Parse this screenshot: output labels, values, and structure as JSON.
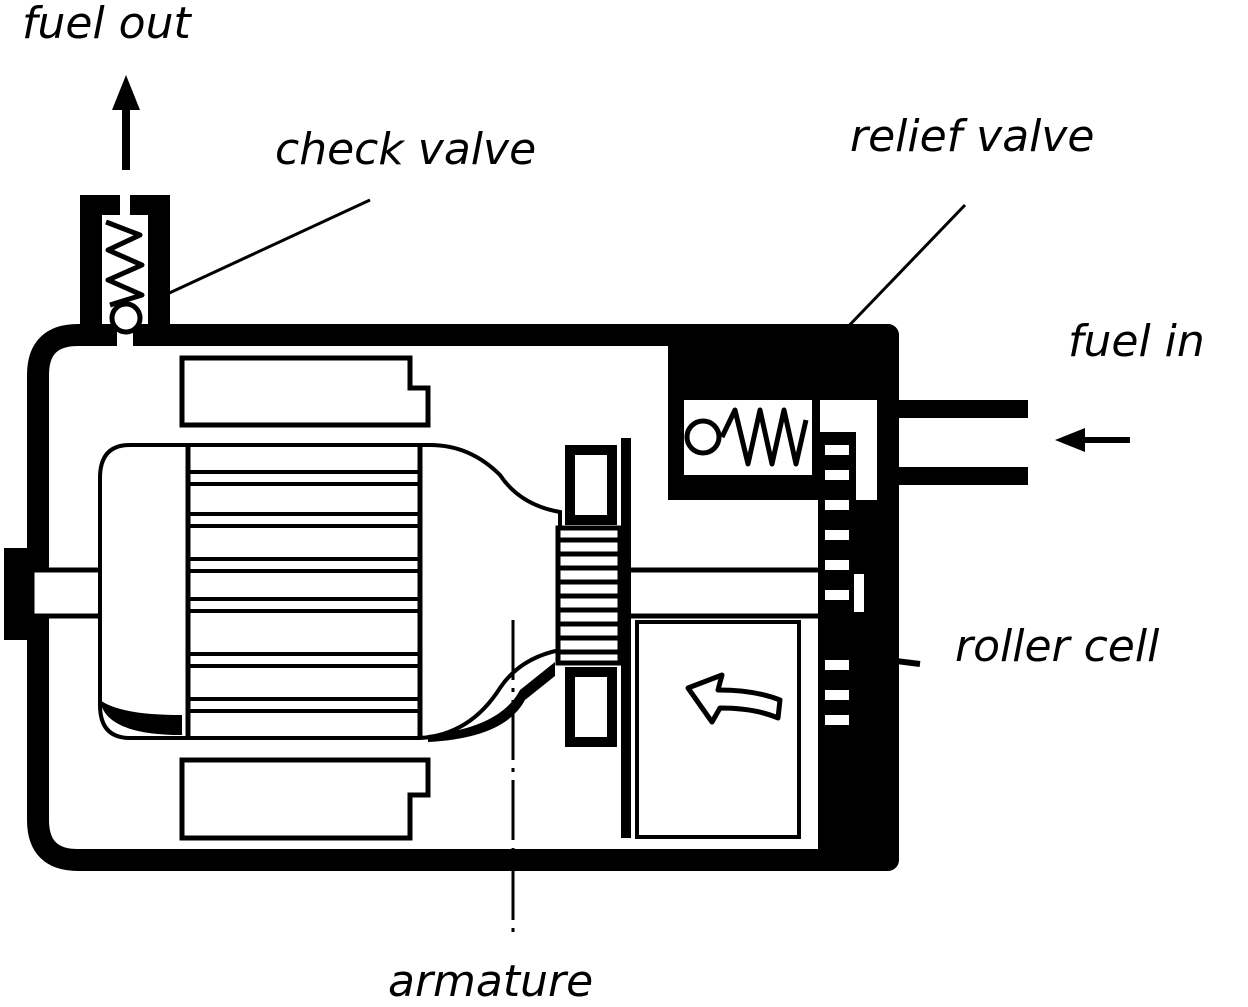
{
  "labels": {
    "fuel_out": "fuel out",
    "check_valve": "check valve",
    "relief_valve": "relief valve",
    "fuel_in": "fuel in",
    "roller_cell": "roller cell",
    "armature": "armature"
  },
  "colors": {
    "ink": "#000000",
    "paper": "#ffffff"
  }
}
